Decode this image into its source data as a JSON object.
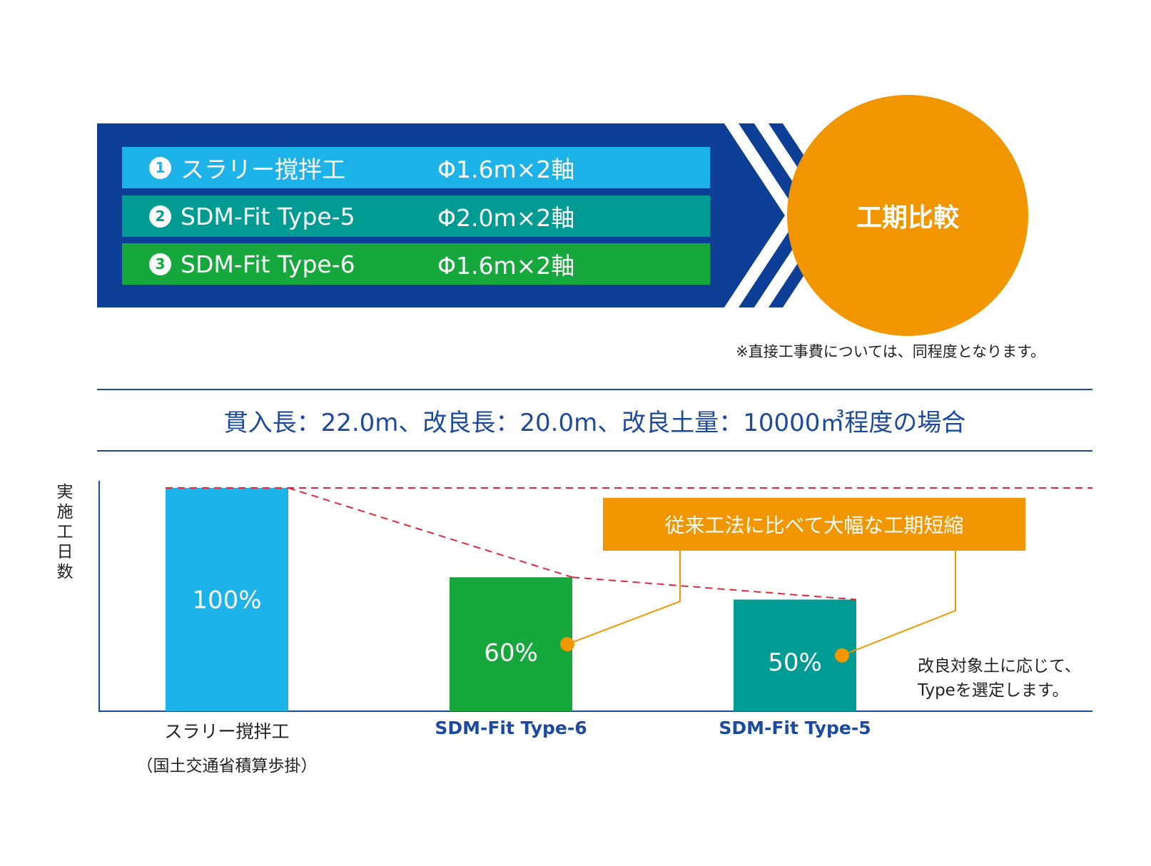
{
  "header": {
    "methods": [
      {
        "num": "1",
        "name": "スラリー撹拌工",
        "spec": "Φ1.6m×2軸",
        "color": "#1eb3e8"
      },
      {
        "num": "2",
        "name": "SDM-Fit Type-5",
        "spec": "Φ2.0m×2軸",
        "color": "#009c94"
      },
      {
        "num": "3",
        "name": "SDM-Fit Type-6",
        "spec": "Φ1.6m×2軸",
        "color": "#17a83d"
      }
    ],
    "circle_label": "工期比較",
    "note": "※直接工事費については、同程度となります。"
  },
  "condition": "貫入長：22.0m、改良長：20.0m、改良土量：10000㎥程度の場合",
  "callout": "従来工法に比べて大幅な工期短縮",
  "selection_note": [
    "改良対象土に応じて、",
    "Typeを選定します。"
  ],
  "colors": {
    "navy": "#0d3f96",
    "orange": "#f29600",
    "red_dash": "#e0283a"
  },
  "chart_data": {
    "type": "bar",
    "ylabel": "実施工日数",
    "categories": [
      "スラリー撹拌工",
      "SDM-Fit Type-6",
      "SDM-Fit Type-5"
    ],
    "category_sublabels": [
      "（国土交通省積算歩掛）",
      "",
      ""
    ],
    "values": [
      100,
      60,
      50
    ],
    "value_labels": [
      "100%",
      "60%",
      "50%"
    ],
    "bar_colors": [
      "#1eb3e8",
      "#17a83d",
      "#009c94"
    ],
    "label_colors": [
      "#222222",
      "#1b4a9e",
      "#1b4a9e"
    ],
    "unit": "%",
    "ylim": [
      0,
      100
    ]
  }
}
